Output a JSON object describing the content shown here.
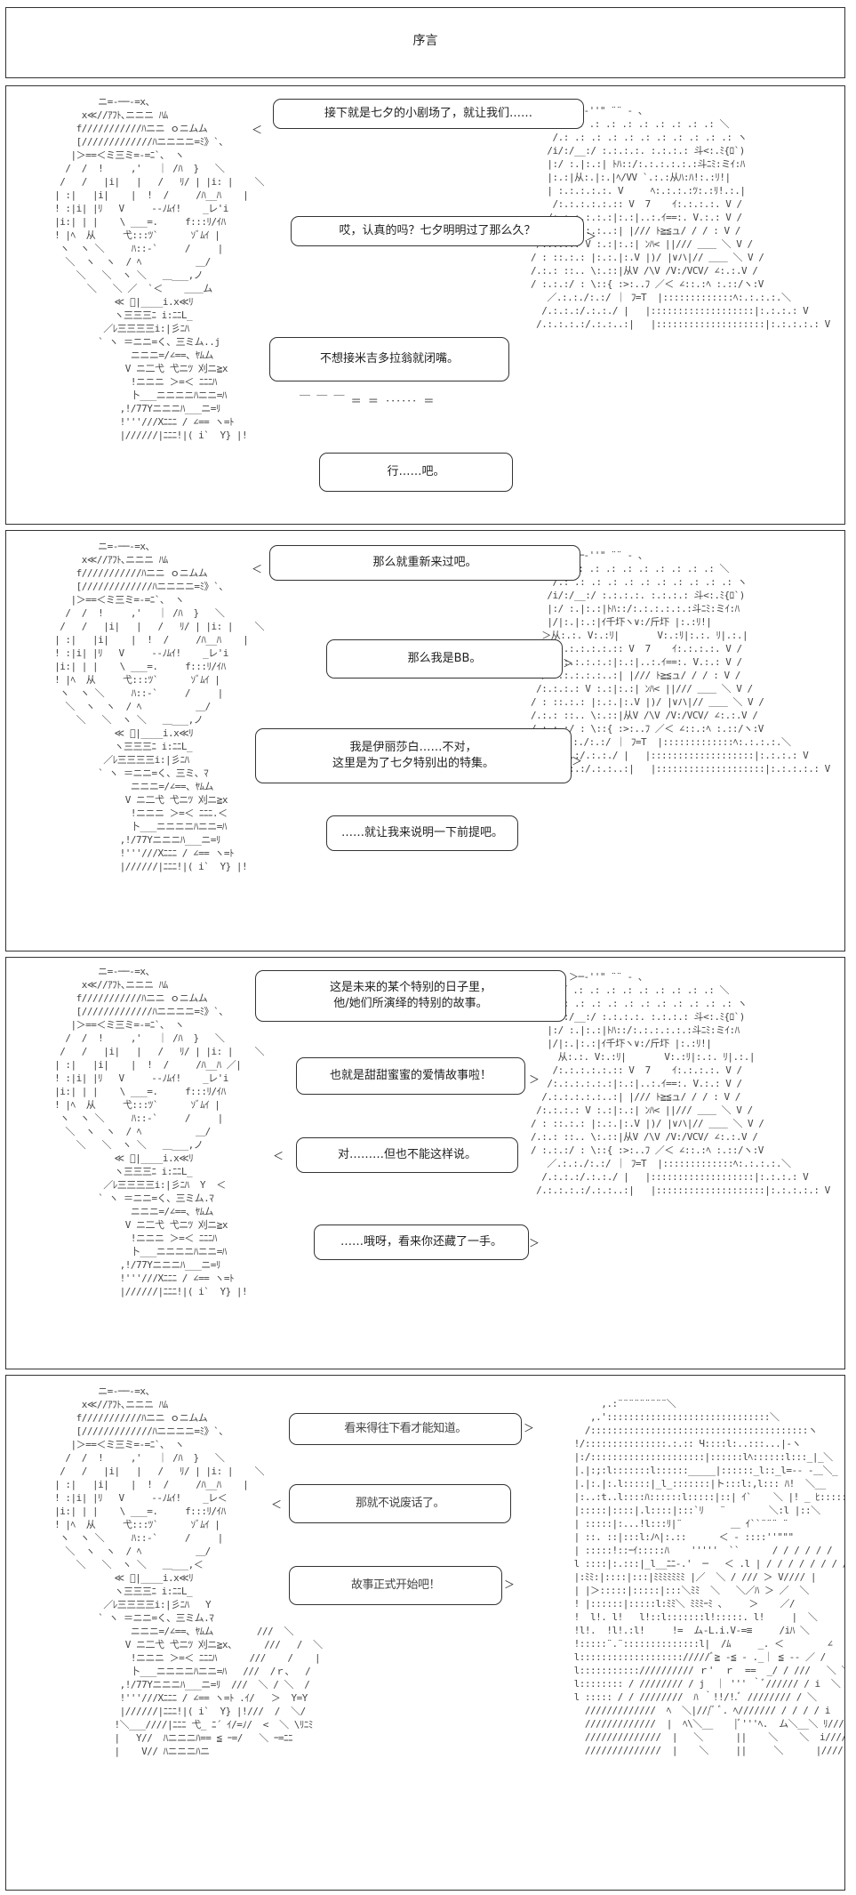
{
  "page_title": "序言",
  "panels": [
    {
      "bubbles": [
        {
          "text": "接下就是七夕的小剧场了，就让我们……"
        },
        {
          "text": "哎，认真的吗？七夕明明过了那么久？"
        },
        {
          "text": "不想接米吉多拉翁就闭嘴。"
        },
        {
          "text": "行……吧。"
        }
      ]
    },
    {
      "bubbles": [
        {
          "text": "那么就重新来过吧。"
        },
        {
          "text": "那么我是BB。"
        },
        {
          "line1": "我是伊丽莎白……不对，",
          "line2": "这里是为了七夕特别出的特集。"
        },
        {
          "text": "……就让我来说明一下前提吧。"
        }
      ]
    },
    {
      "bubbles": [
        {
          "line1": "这是未来的某个特别的日子里，",
          "line2": "他/她们所演绎的特别的故事。"
        },
        {
          "text": "也就是甜甜蜜蜜的爱情故事啦！"
        },
        {
          "text": "对………但也不能这样说。"
        },
        {
          "text": "……哦呀，看来你还藏了一手。"
        }
      ]
    },
    {
      "bubbles": [
        {
          "text": "看来得往下看才能知道。"
        },
        {
          "text": "那就不说废话了。"
        },
        {
          "text": "故事正式开始吧！"
        }
      ]
    }
  ]
}
